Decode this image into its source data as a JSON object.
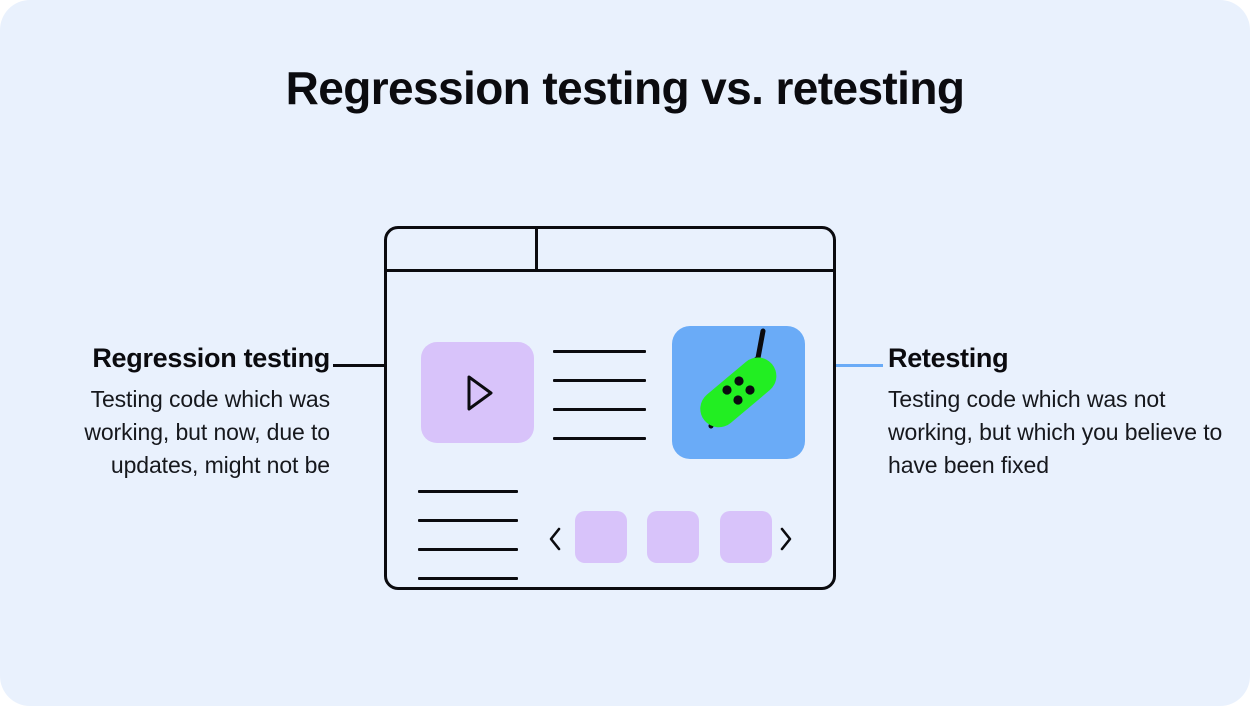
{
  "page": {
    "title": "Regression testing vs. retesting",
    "background_color": "#e9f1fd",
    "canvas_corner_radius": "30px"
  },
  "annotations": {
    "left": {
      "heading": "Regression testing",
      "body": "Testing code which was working, but now, due to updates, might not be",
      "connector_color": "#0b0b0f",
      "connector_name": "leader-line-left"
    },
    "right": {
      "heading": "Retesting",
      "body": "Testing code which was not working, but which you believe to have been fixed",
      "connector_color": "#6aabf7",
      "connector_name": "leader-line-right"
    }
  },
  "illustration": {
    "name": "browser-window-mockup",
    "border_color": "#0b0b0f",
    "topbar": {
      "tab_left_name": "browser-tab",
      "tab_right_name": "browser-address-bar"
    },
    "media_tile": {
      "name": "media-placeholder-tile",
      "color": "#d8c3fa",
      "icon": "play-icon"
    },
    "bug_tile": {
      "name": "bug-fix-tile",
      "color": "#6aabf7",
      "bandage_color": "#22ee22",
      "crack_color": "#0b0b0f",
      "icon": "bandage-over-crack-icon",
      "dot_count": 4
    },
    "text_lines": {
      "upper_group_name": "paragraph-lines-upper",
      "upper_count": 4,
      "lower_group_name": "paragraph-lines-lower",
      "lower_count": 4,
      "line_color": "#0b0b0f"
    },
    "carousel": {
      "name": "thumbnail-carousel",
      "prev_icon": "chevron-left-icon",
      "next_icon": "chevron-right-icon",
      "item_count": 3,
      "item_color": "#d8c3fa"
    }
  }
}
